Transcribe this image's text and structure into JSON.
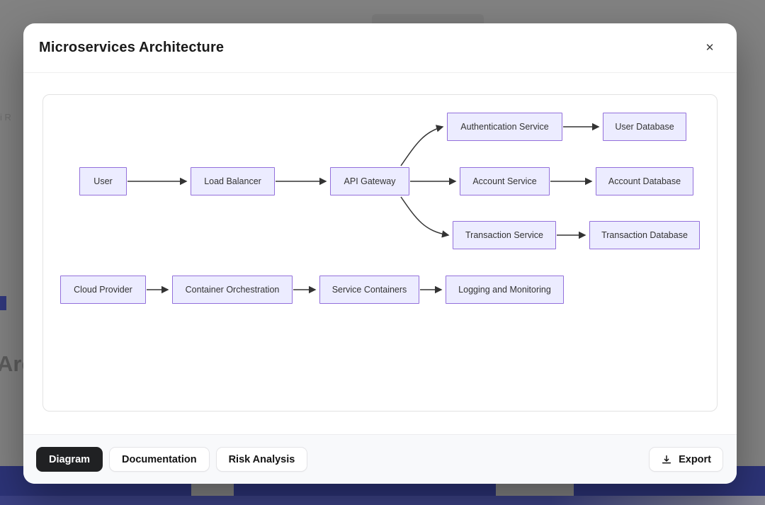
{
  "modal": {
    "title": "Microservices Architecture"
  },
  "diagram": {
    "nodes": [
      {
        "id": "user",
        "label": "User"
      },
      {
        "id": "load_balancer",
        "label": "Load Balancer"
      },
      {
        "id": "api_gateway",
        "label": "API Gateway"
      },
      {
        "id": "auth_service",
        "label": "Authentication Service"
      },
      {
        "id": "user_db",
        "label": "User Database"
      },
      {
        "id": "account_service",
        "label": "Account Service"
      },
      {
        "id": "account_db",
        "label": "Account Database"
      },
      {
        "id": "tx_service",
        "label": "Transaction Service"
      },
      {
        "id": "tx_db",
        "label": "Transaction Database"
      },
      {
        "id": "cloud_provider",
        "label": "Cloud Provider"
      },
      {
        "id": "container_orch",
        "label": "Container Orchestration"
      },
      {
        "id": "service_containers",
        "label": "Service Containers"
      },
      {
        "id": "logging",
        "label": "Logging and Monitoring"
      }
    ],
    "edges": [
      {
        "from": "user",
        "to": "load_balancer"
      },
      {
        "from": "load_balancer",
        "to": "api_gateway"
      },
      {
        "from": "api_gateway",
        "to": "auth_service"
      },
      {
        "from": "api_gateway",
        "to": "account_service"
      },
      {
        "from": "api_gateway",
        "to": "tx_service"
      },
      {
        "from": "auth_service",
        "to": "user_db"
      },
      {
        "from": "account_service",
        "to": "account_db"
      },
      {
        "from": "tx_service",
        "to": "tx_db"
      },
      {
        "from": "cloud_provider",
        "to": "container_orch"
      },
      {
        "from": "container_orch",
        "to": "service_containers"
      },
      {
        "from": "service_containers",
        "to": "logging"
      }
    ],
    "colors": {
      "node_fill": "#ECECFF",
      "node_border": "#9370DB",
      "arrow": "#333333"
    }
  },
  "footer": {
    "tabs": [
      {
        "label": "Diagram",
        "active": true
      },
      {
        "label": "Documentation",
        "active": false
      },
      {
        "label": "Risk Analysis",
        "active": false
      }
    ],
    "export_label": "Export"
  },
  "backdrop": {
    "fragments": {
      "left_small": "i R",
      "heading": "Arch",
      "tiny": "A"
    }
  }
}
